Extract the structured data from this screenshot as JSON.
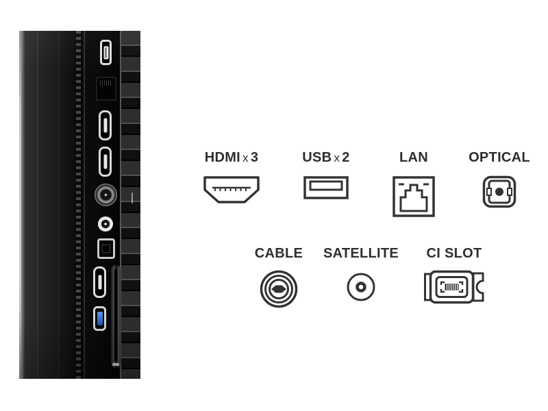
{
  "diagram": {
    "text_color": "#2e2e2e",
    "icon_stroke_color": "#333333",
    "rows": [
      {
        "items": [
          {
            "label": "HDMI",
            "multiplier": "x",
            "count": "3",
            "icon": "hdmi-port-icon"
          },
          {
            "label": "USB",
            "multiplier": "x",
            "count": "2",
            "icon": "usb-port-icon"
          },
          {
            "label": "LAN",
            "icon": "lan-port-icon"
          },
          {
            "label": "OPTICAL",
            "icon": "optical-port-icon"
          }
        ]
      },
      {
        "items": [
          {
            "label": "CABLE",
            "icon": "cable-port-icon"
          },
          {
            "label": "SATELLITE",
            "icon": "satellite-port-icon"
          },
          {
            "label": "CI SLOT",
            "icon": "ci-slot-icon"
          }
        ]
      }
    ]
  },
  "photo": {
    "ports": [
      "usb-port",
      "lan-port",
      "hdmi-port",
      "hdmi-port",
      "cable-coax-port",
      "satellite-coax-port",
      "optical-audio-port",
      "hdmi-port",
      "usb3-port",
      "ci-card-slot"
    ],
    "colors": {
      "usb3_accent": "#2f6bd0",
      "panel_dark": "#141414"
    }
  }
}
